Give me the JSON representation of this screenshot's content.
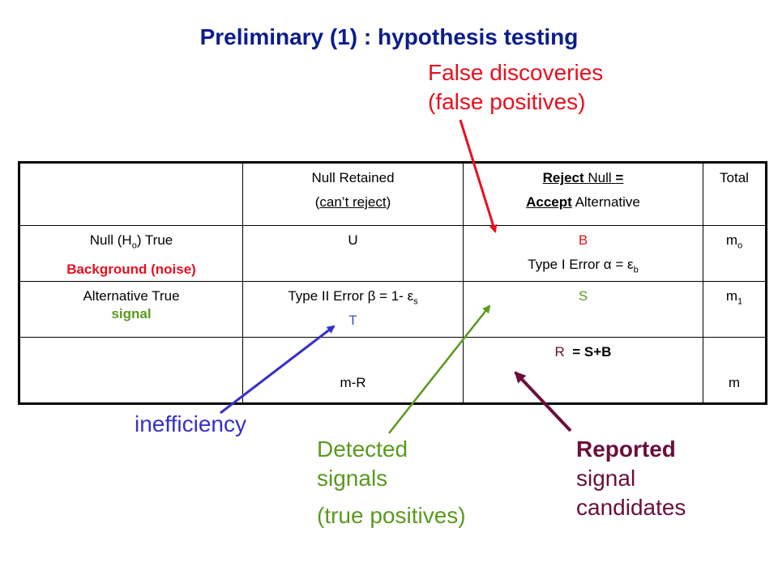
{
  "title": "Preliminary (1) : hypothesis testing",
  "annotations": {
    "false_discoveries": [
      "False discoveries",
      "(false positives)"
    ],
    "inefficiency": "inefficiency",
    "detected": [
      "Detected",
      "signals",
      "(true positives)"
    ],
    "reported": [
      "Reported",
      "signal",
      "candidates"
    ]
  },
  "table": {
    "header": {
      "null_retained": "Null Retained",
      "cant_reject_open": "(",
      "cant_reject": "can’t reject",
      "cant_reject_close": ")",
      "reject": "Reject",
      "null": " Null ",
      "equals": "=",
      "accept": "Accept",
      "alternative": " Alternative",
      "total": "Total"
    },
    "row_null": {
      "label": "Null (H",
      "label_sub": "o",
      "label_end": ") True",
      "sublabel": "Background (noise)",
      "u": "U",
      "b": "B",
      "type1": "Type I Error  α = ε",
      "type1_sub": "b",
      "total": "m",
      "total_sub": "o"
    },
    "row_alt": {
      "label": "Alternative True",
      "sublabel": "signal",
      "type2": "Type II Error  β = 1- ε",
      "type2_sub": "s",
      "t": "T",
      "s": "S",
      "total": "m",
      "total_sub": "1"
    },
    "row_total": {
      "r": "R",
      "r_eq": "  = S+B",
      "m_minus_r": "m-R",
      "total": "m"
    }
  },
  "colors": {
    "title": "#0c1d8c",
    "false_discoveries": "#e8101f",
    "inefficiency": "#3730c8",
    "detected": "#5a9a1c",
    "reported": "#6b0f3c"
  }
}
